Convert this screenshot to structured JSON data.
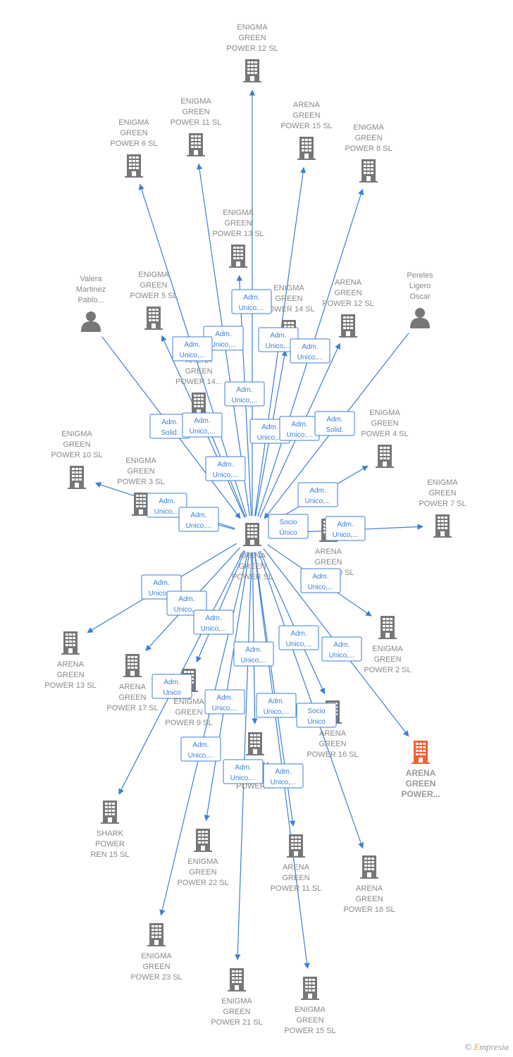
{
  "nodes": {
    "center": {
      "lines": [
        "ARENA",
        "GREEN",
        "POWER  SL"
      ],
      "type": "company"
    },
    "eg12": {
      "lines": [
        "ENIGMA",
        "GREEN",
        "POWER 12  SL"
      ],
      "type": "company"
    },
    "eg11": {
      "lines": [
        "ENIGMA",
        "GREEN",
        "POWER 11  SL"
      ],
      "type": "company"
    },
    "ag15top": {
      "lines": [
        "ARENA",
        "GREEN",
        "POWER 15  SL"
      ],
      "type": "company"
    },
    "eg6": {
      "lines": [
        "ENIGMA",
        "GREEN",
        "POWER 6  SL"
      ],
      "type": "company"
    },
    "eg8": {
      "lines": [
        "ENIGMA",
        "GREEN",
        "POWER 8  SL"
      ],
      "type": "company"
    },
    "eg13": {
      "lines": [
        "ENIGMA",
        "GREEN",
        "POWER 13  SL"
      ],
      "type": "company"
    },
    "valera": {
      "lines": [
        "Valera",
        "Martinez",
        "Pablo..."
      ],
      "type": "person"
    },
    "eg5": {
      "lines": [
        "ENIGMA",
        "GREEN",
        "POWER 5  SL"
      ],
      "type": "company"
    },
    "eg14": {
      "lines": [
        "ENIGMA",
        "GREEN",
        "POWER 14  SL"
      ],
      "type": "company"
    },
    "ag12": {
      "lines": [
        "ARENA",
        "GREEN",
        "POWER 12  SL"
      ],
      "type": "company"
    },
    "pereles": {
      "lines": [
        "Pereles",
        "Ligero",
        "Oscar"
      ],
      "type": "person"
    },
    "ag14": {
      "lines": [
        "ARENA",
        "GREEN",
        "POWER 14..."
      ],
      "type": "company"
    },
    "eg4": {
      "lines": [
        "ENIGMA",
        "GREEN",
        "POWER 4  SL"
      ],
      "type": "company"
    },
    "eg10": {
      "lines": [
        "ENIGMA",
        "GREEN",
        "POWER 10  SL"
      ],
      "type": "company"
    },
    "eg3": {
      "lines": [
        "ENIGMA",
        "GREEN",
        "POWER 3  SL"
      ],
      "type": "company"
    },
    "eg7": {
      "lines": [
        "ENIGMA",
        "GREEN",
        "POWER 7  SL"
      ],
      "type": "company"
    },
    "ag10": {
      "lines": [
        "ARENA",
        "GREEN",
        "POWER 10  SL"
      ],
      "type": "company"
    },
    "ag13": {
      "lines": [
        "ARENA",
        "GREEN",
        "POWER 13  SL"
      ],
      "type": "company"
    },
    "ag17": {
      "lines": [
        "ARENA",
        "GREEN",
        "POWER 17  SL"
      ],
      "type": "company"
    },
    "eg2": {
      "lines": [
        "ENIGMA",
        "GREEN",
        "POWER 2  SL"
      ],
      "type": "company"
    },
    "eg9": {
      "lines": [
        "ENIGMA",
        "GREEN",
        "POWER 9  SL"
      ],
      "type": "company"
    },
    "ag16": {
      "lines": [
        "ARENA",
        "GREEN",
        "POWER 16  SL"
      ],
      "type": "company"
    },
    "agHighlight": {
      "lines": [
        "ARENA",
        "GREEN",
        "POWER..."
      ],
      "type": "company-highlight"
    },
    "egMid": {
      "lines": [
        "ENIGMA",
        "GREEN",
        "POWER ..."
      ],
      "type": "company"
    },
    "shark": {
      "lines": [
        "SHARK",
        "POWER",
        "REN 15  SL"
      ],
      "type": "company"
    },
    "eg22": {
      "lines": [
        "ENIGMA",
        "GREEN",
        "POWER 22  SL"
      ],
      "type": "company"
    },
    "ag11": {
      "lines": [
        "ARENA",
        "GREEN",
        "POWER 11  SL"
      ],
      "type": "company"
    },
    "ag18": {
      "lines": [
        "ARENA",
        "GREEN",
        "POWER 18  SL"
      ],
      "type": "company"
    },
    "eg23": {
      "lines": [
        "ENIGMA",
        "GREEN",
        "POWER 23  SL"
      ],
      "type": "company"
    },
    "eg21": {
      "lines": [
        "ENIGMA",
        "GREEN",
        "POWER 21  SL"
      ],
      "type": "company"
    },
    "eg15": {
      "lines": [
        "ENIGMA",
        "GREEN",
        "POWER 15  SL"
      ],
      "type": "company"
    }
  },
  "edge_labels": {
    "adm_unico": [
      "Adm.",
      "Unico,..."
    ],
    "adm_solid": [
      "Adm.",
      "Solid."
    ],
    "adm_unico_short": [
      "Adm.",
      "Unico"
    ],
    "socio_unico": [
      "Socio",
      "Único"
    ]
  },
  "colors": {
    "edge": "#3b7fd4",
    "node_icon": "#777777",
    "highlight_icon": "#f06030",
    "label": "#888888"
  },
  "footer": {
    "copyright": "©",
    "brand_first": "E",
    "brand_rest": "mpresia"
  }
}
